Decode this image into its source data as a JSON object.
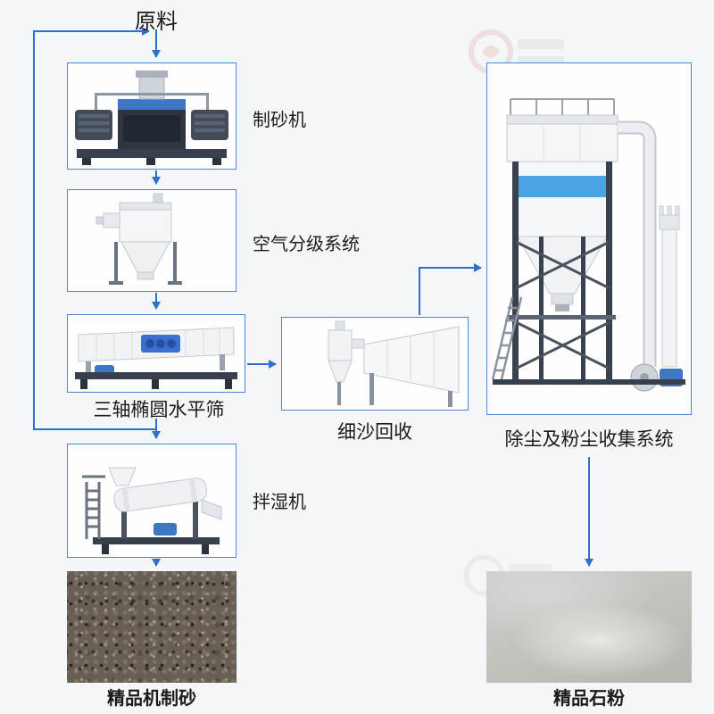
{
  "page": {
    "background": "#f5f6f8",
    "accent_color": "#2f6ed0",
    "box_border_color": "#4f83d6"
  },
  "flow": {
    "source_label": "原料",
    "nodes": [
      {
        "id": "sand-maker",
        "label": "制砂机",
        "type": "machine"
      },
      {
        "id": "air-classifier",
        "label": "空气分级系统",
        "type": "machine"
      },
      {
        "id": "tri-axis-screen",
        "label": "三轴椭圆水平筛",
        "type": "machine"
      },
      {
        "id": "wet-mixer",
        "label": "拌湿机",
        "type": "machine"
      },
      {
        "id": "fine-sand-recycle",
        "label": "细沙回收",
        "type": "machine"
      },
      {
        "id": "dust-collection",
        "label": "除尘及粉尘收集系统",
        "type": "machine"
      },
      {
        "id": "finished-sand",
        "label": "精品机制砂",
        "type": "product-photo"
      },
      {
        "id": "stone-powder",
        "label": "精品石粉",
        "type": "product-photo"
      }
    ],
    "edges": [
      {
        "from": "source",
        "to": "sand-maker"
      },
      {
        "from": "sand-maker",
        "to": "air-classifier"
      },
      {
        "from": "air-classifier",
        "to": "tri-axis-screen"
      },
      {
        "from": "tri-axis-screen",
        "to": "wet-mixer"
      },
      {
        "from": "wet-mixer",
        "to": "finished-sand"
      },
      {
        "from": "tri-axis-screen",
        "to": "fine-sand-recycle"
      },
      {
        "from": "fine-sand-recycle",
        "to": "dust-collection"
      },
      {
        "from": "dust-collection",
        "to": "stone-powder"
      },
      {
        "from": "tri-axis-screen",
        "to": "source",
        "note": "recycle-loop"
      }
    ]
  }
}
